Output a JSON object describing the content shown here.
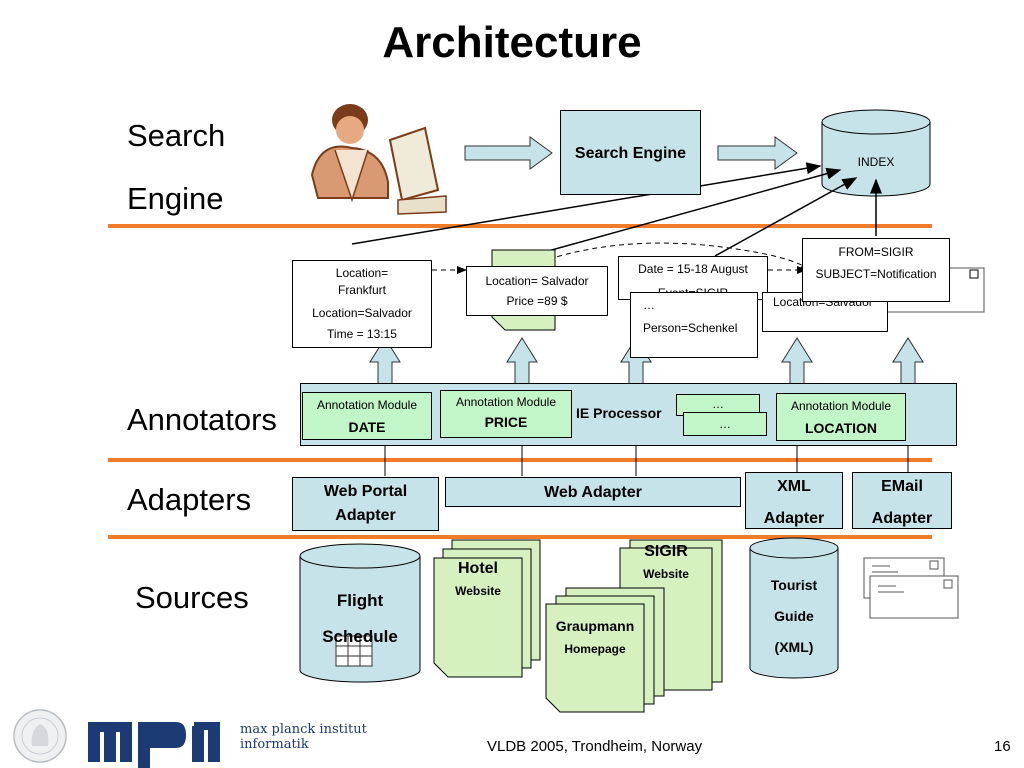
{
  "title": "Architecture",
  "sections": {
    "search_engine": [
      "Search",
      "Engine"
    ],
    "annotators": "Annotators",
    "adapters": "Adapters",
    "sources": "Sources"
  },
  "search_row": {
    "search_engine_box": "Search Engine",
    "index": "INDEX"
  },
  "annotations": {
    "frankfurt": [
      "Location= Frankfurt",
      "Location=Salvador",
      "Time = 13:15"
    ],
    "salvador_price": [
      "Location= Salvador",
      "Price =89 $"
    ],
    "date_event": [
      "Date = 15-18 August",
      "Event=SIGIR"
    ],
    "person": [
      "…",
      "Person=Schenkel"
    ],
    "location_salvador": "Location=Salvador",
    "from_sigir": [
      "FROM=SIGIR",
      "SUBJECT=Notification"
    ]
  },
  "annotators_row": {
    "date_module": [
      "Annotation Module",
      "DATE"
    ],
    "price_module": [
      "Annotation Module",
      "PRICE"
    ],
    "ie_processor": "IE Processor",
    "ellipsis_back": "…",
    "ellipsis_front": "…",
    "location_module": [
      "Annotation Module",
      "LOCATION"
    ]
  },
  "adapters_row": {
    "web_portal": [
      "Web Portal",
      "Adapter"
    ],
    "web": "Web  Adapter",
    "xml": [
      "XML",
      "Adapter"
    ],
    "email": [
      "EMail",
      "Adapter"
    ]
  },
  "sources_row": {
    "flight": [
      "Flight",
      "Schedule"
    ],
    "hotel": [
      "Hotel",
      "Website"
    ],
    "sigir": [
      "SIGIR",
      "Website"
    ],
    "graupmann": [
      "Graupmann",
      "Homepage"
    ],
    "tourist": [
      "Tourist",
      "Guide",
      "(XML)"
    ]
  },
  "footer": {
    "logo_line1": "max planck institut",
    "logo_line2": "informatik",
    "venue": "VLDB 2005, Trondheim, Norway",
    "page": "16"
  },
  "colors": {
    "cyan": "#c5e3e8",
    "green_light": "#d6f0c0",
    "green_module": "#c2f5c8",
    "orange": "#f07b28",
    "navy": "#1c3a74"
  }
}
